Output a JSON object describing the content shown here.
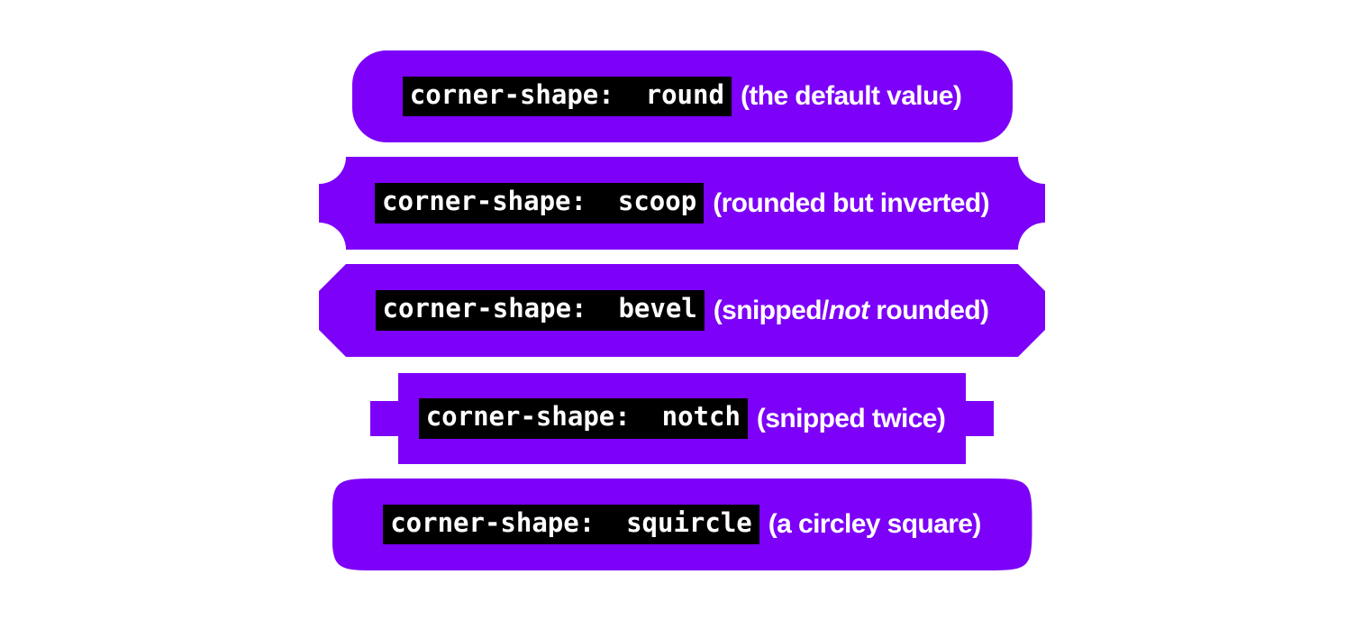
{
  "canvas": {
    "colors": {
      "page-bg": "#ffffff",
      "accent": "#7d00f8",
      "code-bg": "#000000",
      "text": "#ffffff"
    }
  },
  "boxes": [
    {
      "shape": "round",
      "code": "corner-shape:  round",
      "desc_pre": "(the default value)",
      "desc_italic": "",
      "desc_post": ""
    },
    {
      "shape": "scoop",
      "code": "corner-shape:  scoop",
      "desc_pre": "(rounded but inverted)",
      "desc_italic": "",
      "desc_post": ""
    },
    {
      "shape": "bevel",
      "code": "corner-shape:  bevel",
      "desc_pre": "(snipped/",
      "desc_italic": "not",
      "desc_post": " rounded)"
    },
    {
      "shape": "notch",
      "code": "corner-shape:  notch",
      "desc_pre": "(snipped twice)",
      "desc_italic": "",
      "desc_post": ""
    },
    {
      "shape": "squircle",
      "code": "corner-shape:  squircle",
      "desc_pre": "(a circley square)",
      "desc_italic": "",
      "desc_post": ""
    }
  ]
}
